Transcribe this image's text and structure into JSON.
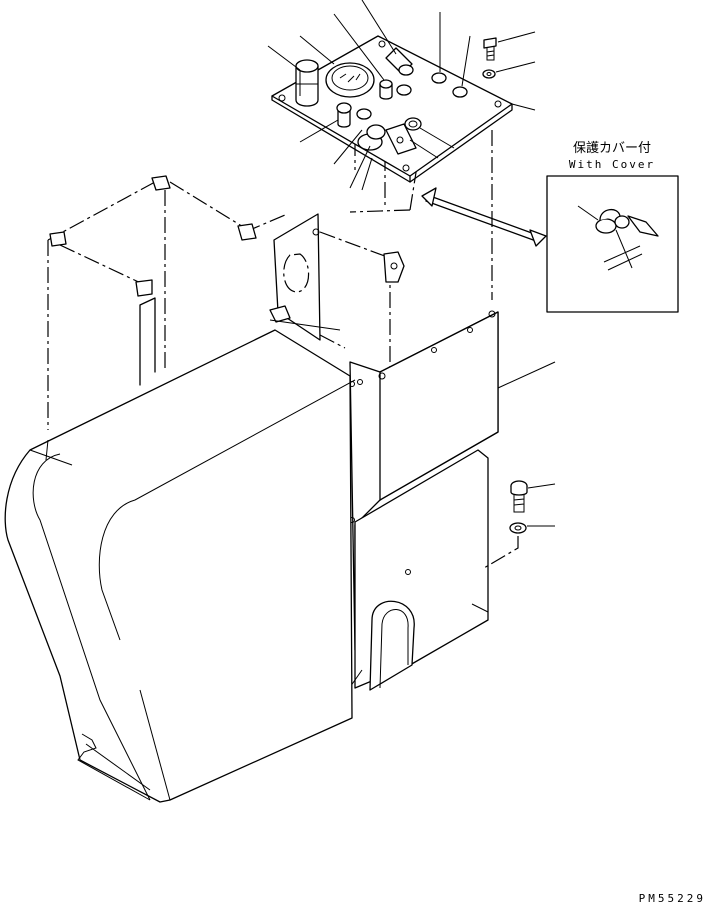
{
  "labels": {
    "cover_jp": "保護カバー付",
    "cover_en": "With Cover",
    "drawing_code": "PM55229"
  },
  "colors": {
    "line": "#000000",
    "background": "#ffffff"
  }
}
